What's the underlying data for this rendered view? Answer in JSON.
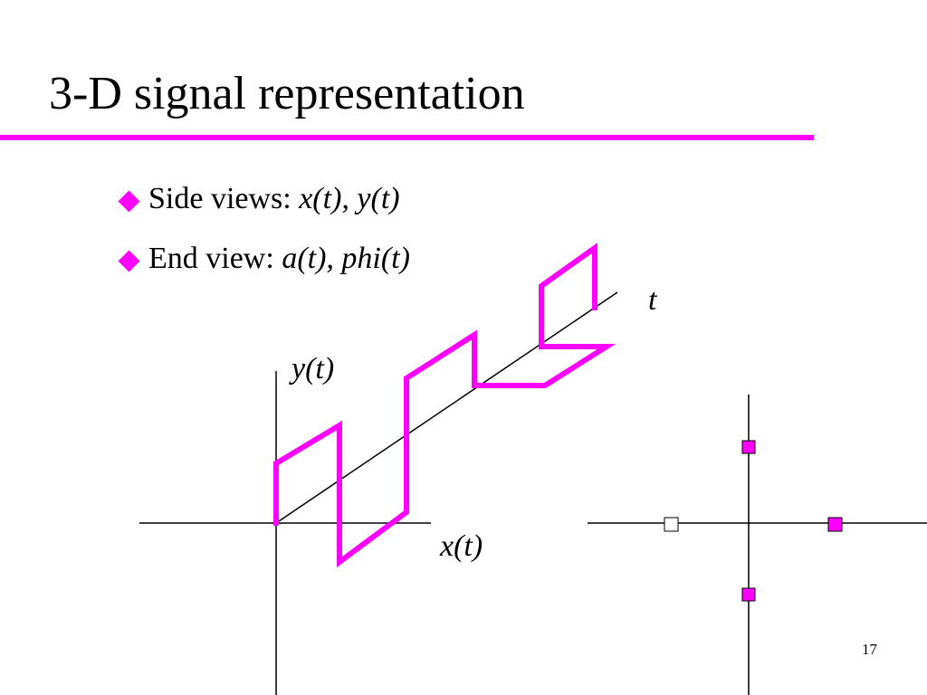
{
  "slide": {
    "title": "3-D signal representation",
    "page_number": "17"
  },
  "bullets": [
    {
      "prefix": "Side views: ",
      "math": "x(t), y(t)"
    },
    {
      "prefix": "End view: ",
      "math": "a(t), phi(t)"
    }
  ],
  "diagram": {
    "labels": {
      "t_axis": "t",
      "y_axis": "y(t)",
      "x_axis": "x(t)"
    }
  },
  "colors": {
    "accent": "#ff00ff",
    "text": "#000000",
    "background": "#ffffff"
  }
}
